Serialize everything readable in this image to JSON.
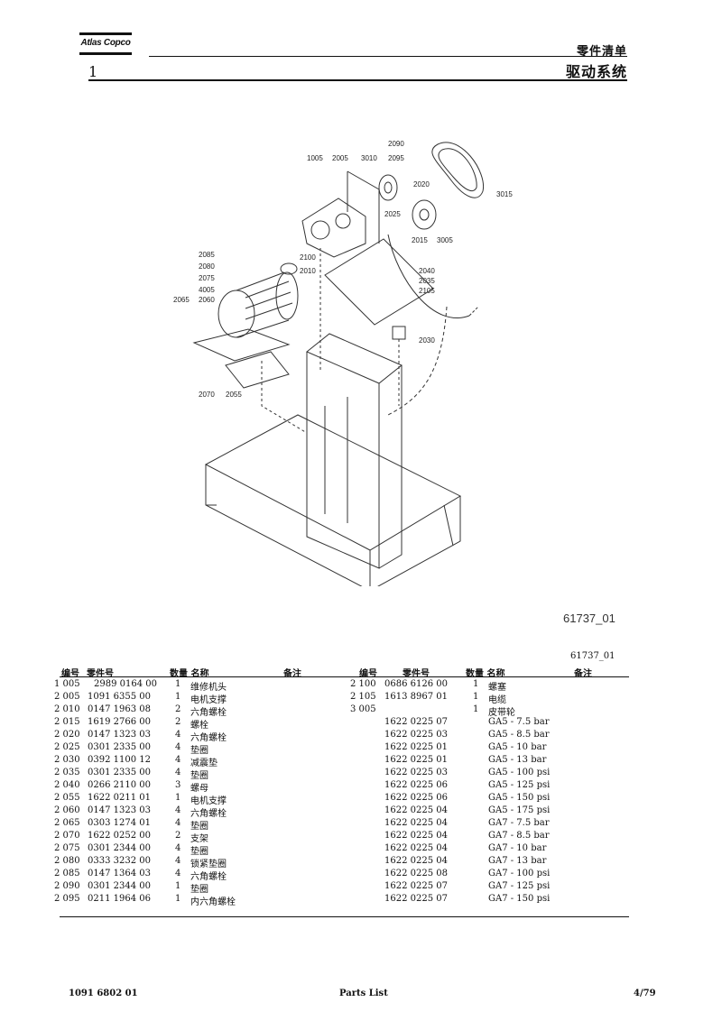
{
  "header": {
    "logo_text": "Atlas Copco",
    "title_small": "零件清单",
    "title_large": "驱动系统",
    "page_index": "1"
  },
  "figure": {
    "labels": [
      "1005",
      "2005",
      "3010",
      "2090",
      "2095",
      "2020",
      "2025",
      "2015",
      "3005",
      "3015",
      "2085",
      "2080",
      "2075",
      "4005",
      "2065",
      "2060",
      "2100",
      "2010",
      "2040",
      "2035",
      "2105",
      "2030",
      "2070",
      "2055"
    ],
    "drawing_id": "61737_01",
    "drawing_id_small": "61737_01"
  },
  "table": {
    "headers": {
      "no": "编号",
      "part_no": "零件号",
      "qty_name": "数量 名称",
      "remark": "备注"
    },
    "left_rows": [
      {
        "no": "1 005",
        "part": "2989 0164 00",
        "qty": "1",
        "name": "维修机头"
      },
      {
        "no": "2 005",
        "part": "1091 6355 00",
        "qty": "1",
        "name": "电机支撑"
      },
      {
        "no": "2 010",
        "part": "0147 1963 08",
        "qty": "2",
        "name": "六角螺栓"
      },
      {
        "no": "2 015",
        "part": "1619 2766 00",
        "qty": "2",
        "name": "螺栓"
      },
      {
        "no": "2 020",
        "part": "0147 1323 03",
        "qty": "4",
        "name": "六角螺栓"
      },
      {
        "no": "2 025",
        "part": "0301 2335 00",
        "qty": "4",
        "name": "垫圈"
      },
      {
        "no": "2 030",
        "part": "0392 1100 12",
        "qty": "4",
        "name": "减震垫"
      },
      {
        "no": "2 035",
        "part": "0301 2335 00",
        "qty": "4",
        "name": "垫圈"
      },
      {
        "no": "2 040",
        "part": "0266 2110 00",
        "qty": "3",
        "name": "螺母"
      },
      {
        "no": "2 055",
        "part": "1622 0211 01",
        "qty": "1",
        "name": "电机支撑"
      },
      {
        "no": "2 060",
        "part": "0147 1323 03",
        "qty": "4",
        "name": "六角螺栓"
      },
      {
        "no": "2 065",
        "part": "0303 1274 01",
        "qty": "4",
        "name": "垫圈"
      },
      {
        "no": "2 070",
        "part": "1622 0252 00",
        "qty": "2",
        "name": "支架"
      },
      {
        "no": "2 075",
        "part": "0301 2344 00",
        "qty": "4",
        "name": "垫圈"
      },
      {
        "no": "2 080",
        "part": "0333 3232 00",
        "qty": "4",
        "name": "锁紧垫圈"
      },
      {
        "no": "2 085",
        "part": "0147 1364 03",
        "qty": "4",
        "name": "六角螺栓"
      },
      {
        "no": "2 090",
        "part": "0301 2344 00",
        "qty": "1",
        "name": "垫圈"
      },
      {
        "no": "2 095",
        "part": "0211 1964 06",
        "qty": "1",
        "name": "内六角螺栓"
      }
    ],
    "right_rows": [
      {
        "no": "2 100",
        "part": "0686 6126 00",
        "qty": "1",
        "name": "螺塞"
      },
      {
        "no": "2 105",
        "part": "1613 8967 01",
        "qty": "1",
        "name": "电缆"
      },
      {
        "no": "3 005",
        "part": "",
        "qty": "1",
        "name": "皮带轮"
      },
      {
        "no": "",
        "part": "1622 0225 07",
        "qty": "",
        "name": "GA5 - 7.5 bar"
      },
      {
        "no": "",
        "part": "1622 0225 03",
        "qty": "",
        "name": "GA5 - 8.5 bar"
      },
      {
        "no": "",
        "part": "1622 0225 01",
        "qty": "",
        "name": "GA5 - 10 bar"
      },
      {
        "no": "",
        "part": "1622 0225 01",
        "qty": "",
        "name": "GA5 - 13 bar"
      },
      {
        "no": "",
        "part": "1622 0225 03",
        "qty": "",
        "name": "GA5 - 100 psi"
      },
      {
        "no": "",
        "part": "1622 0225 06",
        "qty": "",
        "name": "GA5 - 125 psi"
      },
      {
        "no": "",
        "part": "1622 0225 06",
        "qty": "",
        "name": "GA5 - 150 psi"
      },
      {
        "no": "",
        "part": "1622 0225 04",
        "qty": "",
        "name": "GA5 - 175 psi"
      },
      {
        "no": "",
        "part": "1622 0225 04",
        "qty": "",
        "name": "GA7 - 7.5 bar"
      },
      {
        "no": "",
        "part": "1622 0225 04",
        "qty": "",
        "name": "GA7 - 8.5 bar"
      },
      {
        "no": "",
        "part": "1622 0225 04",
        "qty": "",
        "name": "GA7 - 10 bar"
      },
      {
        "no": "",
        "part": "1622 0225 04",
        "qty": "",
        "name": "GA7 - 13 bar"
      },
      {
        "no": "",
        "part": "1622 0225 08",
        "qty": "",
        "name": "GA7 - 100 psi"
      },
      {
        "no": "",
        "part": "1622 0225 07",
        "qty": "",
        "name": "GA7 - 125 psi"
      },
      {
        "no": "",
        "part": "1622 0225 07",
        "qty": "",
        "name": "GA7 - 150 psi"
      }
    ]
  },
  "footer": {
    "doc_number": "1091 6802 01",
    "doc_type": "Parts List",
    "page": "4/79"
  }
}
